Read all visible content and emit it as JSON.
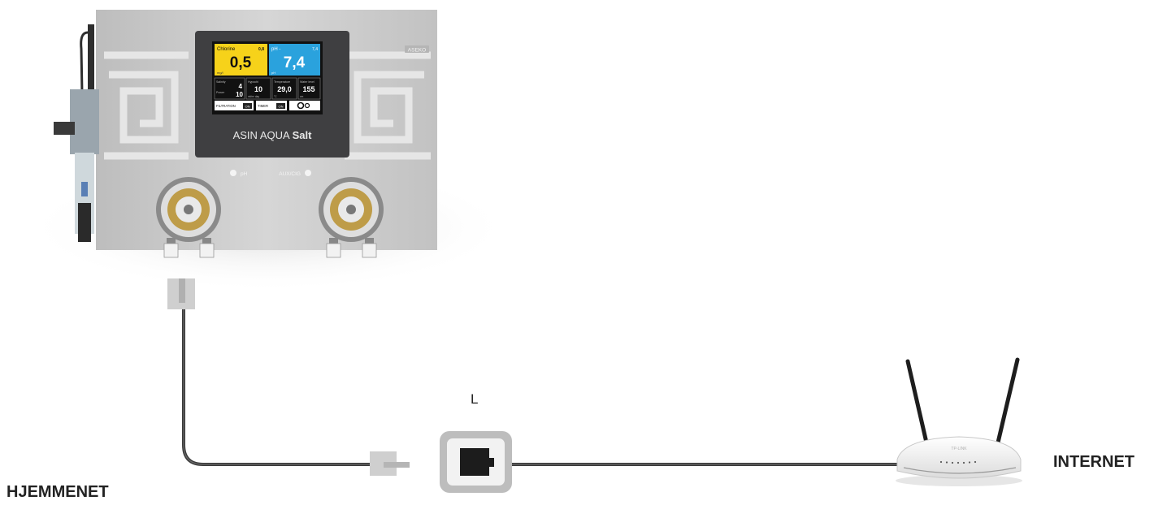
{
  "labels": {
    "home_network": "HJEMMENET",
    "internet": "INTERNET",
    "connector_letter": "L"
  },
  "device": {
    "brand_badge": "ASEKO",
    "name_regular": "ASIN AQUA ",
    "name_bold": "Salt",
    "pump_left_label": "pH",
    "pump_right_label": "AUX/CIG",
    "screen": {
      "chlorine_label": "Chlorine",
      "chlorine_value": "0,5",
      "chlorine_corner": "0,8",
      "chlorine_unit": "mg/l",
      "ph_label": "pH -",
      "ph_value": "7,4",
      "ph_corner": "7,4",
      "ph_unit": "pH",
      "salinity_label": "Salinity",
      "salinity_value": "4",
      "power_label": "Power",
      "power_value": "10",
      "hypochl_label": "Hypochl",
      "hypochl_value": "10",
      "hypochl_unit": "ml/m³ day",
      "temp_label": "Temperature",
      "temp_value": "29,0",
      "temp_unit": "°C",
      "water_label": "Water level",
      "water_value": "155",
      "water_unit": "cm",
      "filtration_label": "FILTRATION",
      "filtration_state": "ON",
      "timer_label": "TIMER",
      "timer_state": "ON"
    }
  },
  "router": {
    "brand": "TP-LINK"
  },
  "colors": {
    "chlorine_tile": "#f6d21a",
    "ph_tile": "#2aa2dd",
    "cable": "#3a3a3a",
    "device_body": "#c9c9c9",
    "display_bezel": "#3f3f41"
  }
}
